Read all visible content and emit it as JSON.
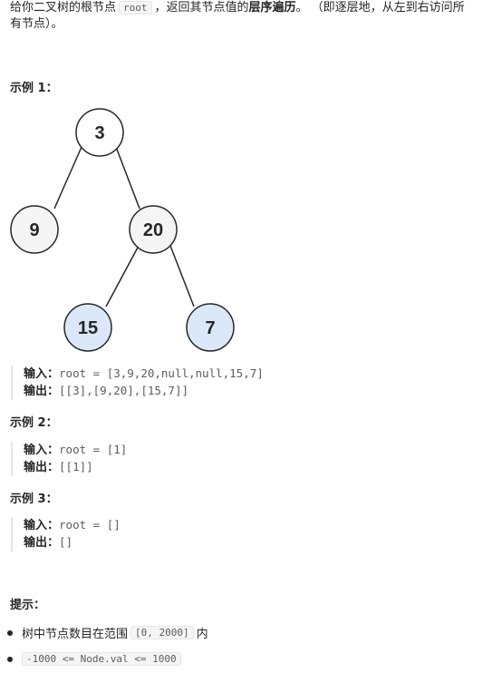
{
  "intro": {
    "part1": "给你二叉树的根节点",
    "root_code": "root",
    "part2": "，返回其节点值的",
    "bold": "层序遍历",
    "part3": "。 （即逐层地，从左到右访问所有节点）。"
  },
  "example1": {
    "heading": "示例 1：",
    "tree": {
      "nodes": [
        "3",
        "9",
        "20",
        "15",
        "7"
      ]
    },
    "input_label": "输入：",
    "input_value": "root = [3,9,20,null,null,15,7]",
    "output_label": "输出：",
    "output_value": "[[3],[9,20],[15,7]]"
  },
  "example2": {
    "heading": "示例 2：",
    "input_label": "输入：",
    "input_value": "root = [1]",
    "output_label": "输出：",
    "output_value": "[[1]]"
  },
  "example3": {
    "heading": "示例 3：",
    "input_label": "输入：",
    "input_value": "root = []",
    "output_label": "输出：",
    "output_value": "[]"
  },
  "hints": {
    "heading": "提示：",
    "item1_prefix": "树中节点数目在范围",
    "item1_code": "[0, 2000]",
    "item1_suffix": "内",
    "item2_code": "-1000 <= Node.val <= 1000"
  },
  "colors": {
    "node_default": "#f5f5f5",
    "node_highlight": "#dbe8fa",
    "node_stroke": "#262626"
  }
}
